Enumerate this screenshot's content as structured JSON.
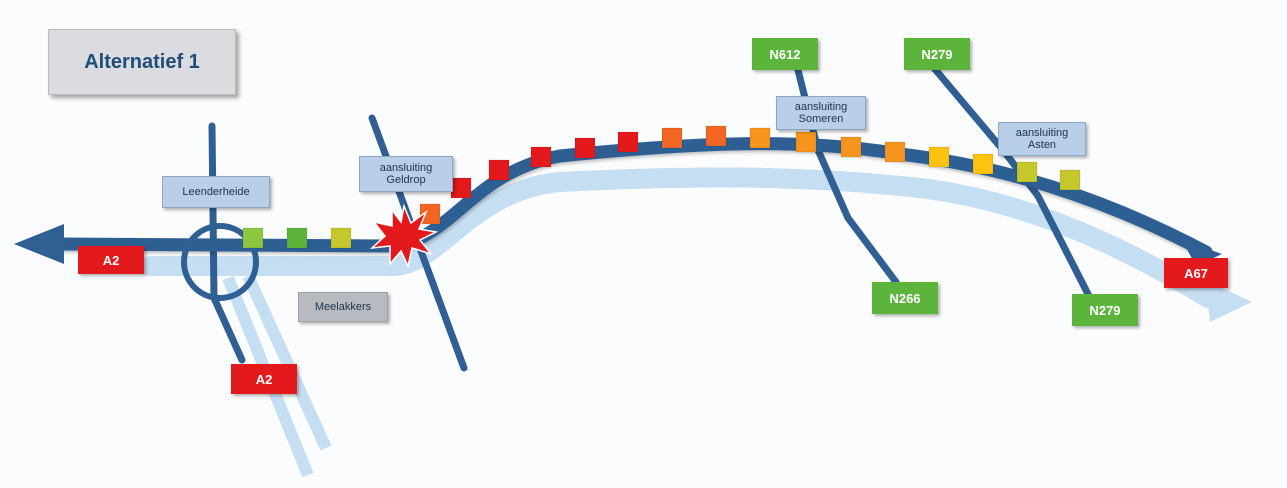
{
  "title": "Alternatief 1",
  "labels": {
    "leenderheide": "Leenderheide",
    "meelakkers": "Meelakkers",
    "geldrop": "aansluiting\nGeldrop",
    "someren": "aansluiting\nSomeren",
    "asten": "aansluiting\nAsten"
  },
  "shields": {
    "a2_west": "A2",
    "a2_south": "A2",
    "a67_east": "A67",
    "n612": "N612",
    "n279_north": "N279",
    "n266": "N266",
    "n279_south": "N279"
  },
  "colors": {
    "road": "#2f5f93",
    "road_light": "#c6def1",
    "highway_shield": "#e3191b",
    "provincial_shield": "#5cb43c",
    "congestion_scale": [
      "#8dc63f",
      "#5cb43c",
      "#c4c82c",
      "#ffc20e",
      "#f7941d",
      "#f26522",
      "#e3191b"
    ]
  },
  "congestion": [
    "#8dc63f",
    "#5cb43c",
    "#c4c82c",
    "#f26522",
    "#e3191b",
    "#e3191b",
    "#e3191b",
    "#e3191b",
    "#e3191b",
    "#f26522",
    "#f26522",
    "#f7941d",
    "#f7941d",
    "#f7941d",
    "#f7941d",
    "#ffc20e",
    "#ffc20e",
    "#c4c82c",
    "#c4c82c",
    "#8dc63f",
    "#8dc63f",
    "#5cb43c"
  ],
  "incident_icon": "explosion-icon"
}
